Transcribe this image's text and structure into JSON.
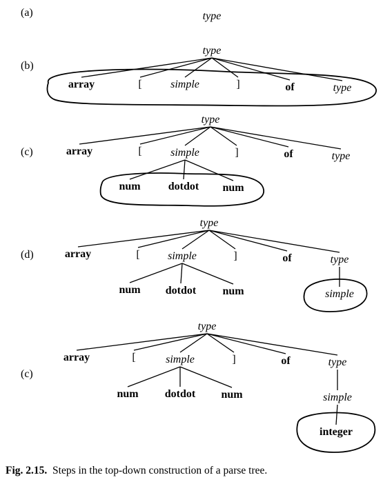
{
  "steps": [
    {
      "label": "(a)",
      "nodes": {
        "root": "type"
      }
    },
    {
      "label": "(b)",
      "nodes": {
        "root": "type",
        "c1": "array",
        "c2": "[",
        "c3": "simple",
        "c4": "]",
        "c5": "of",
        "c6": "type"
      }
    },
    {
      "label": "(c)",
      "nodes": {
        "root": "type",
        "c1": "array",
        "c2": "[",
        "c3": "simple",
        "c4": "]",
        "c5": "of",
        "c6": "type",
        "g1": "num",
        "g2": "dotdot",
        "g3": "num"
      }
    },
    {
      "label": "(d)",
      "nodes": {
        "root": "type",
        "c1": "array",
        "c2": "[",
        "c3": "simple",
        "c4": "]",
        "c5": "of",
        "c6": "type",
        "g1": "num",
        "g2": "dotdot",
        "g3": "num",
        "r1": "simple"
      }
    },
    {
      "label": "(c)",
      "nodes": {
        "root": "type",
        "c1": "array",
        "c2": "[",
        "c3": "simple",
        "c4": "]",
        "c5": "of",
        "c6": "type",
        "g1": "num",
        "g2": "dotdot",
        "g3": "num",
        "r1": "simple",
        "r2": "integer"
      }
    }
  ],
  "caption": {
    "prefix": "Fig. 2.15.",
    "text": "Steps in the top-down construction of a parse tree."
  }
}
